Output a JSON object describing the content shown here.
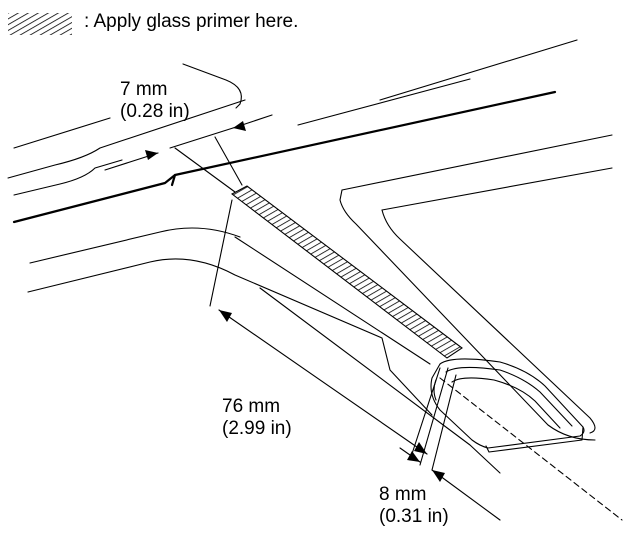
{
  "legend": {
    "text": ": Apply glass primer here.",
    "swatch_pattern": "diagonal-hatch"
  },
  "dimensions": {
    "width_top": {
      "metric": "7 mm",
      "imperial": "(0.28 in)"
    },
    "length": {
      "metric": "76 mm",
      "imperial": "(2.99 in)"
    },
    "width_bottom": {
      "metric": "8 mm",
      "imperial": "(0.31 in)"
    }
  },
  "colors": {
    "ink": "#000000",
    "paper": "#ffffff"
  }
}
